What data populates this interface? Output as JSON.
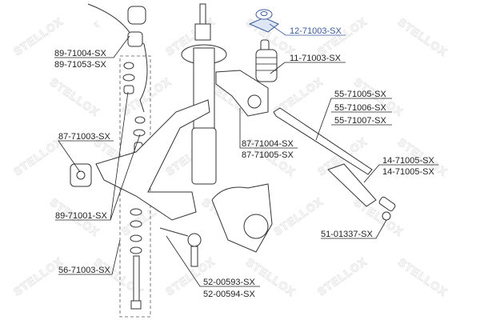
{
  "watermark": "STELLOX",
  "callouts": [
    {
      "id": "top-mount",
      "lines": [
        "12-71003-SX"
      ],
      "highlighted": true
    },
    {
      "id": "bump-stop",
      "lines": [
        "11-71003-SX"
      ]
    },
    {
      "id": "stabilizer-bushing",
      "lines": [
        "89-71004-SX",
        "89-71053-SX"
      ]
    },
    {
      "id": "tie-rod-inner",
      "lines": [
        "55-71005-SX",
        "55-71006-SX",
        "55-71007-SX"
      ]
    },
    {
      "id": "arm-rear-bushing",
      "lines": [
        "87-71004-SX",
        "87-71005-SX"
      ]
    },
    {
      "id": "arm-front-bushing",
      "lines": [
        "87-71003-SX"
      ]
    },
    {
      "id": "steering-boot",
      "lines": [
        "14-71005-SX",
        "14-71005-SX"
      ]
    },
    {
      "id": "link-bushings",
      "lines": [
        "89-71001-SX"
      ]
    },
    {
      "id": "tie-rod-end",
      "lines": [
        "51-01337-SX"
      ]
    },
    {
      "id": "stabilizer-link",
      "lines": [
        "56-71003-SX"
      ]
    },
    {
      "id": "ball-joint",
      "lines": [
        "52-00593-SX",
        "52-00594-SX"
      ]
    }
  ],
  "colors": {
    "highlight": "#3a5a9a",
    "line": "#222222"
  }
}
